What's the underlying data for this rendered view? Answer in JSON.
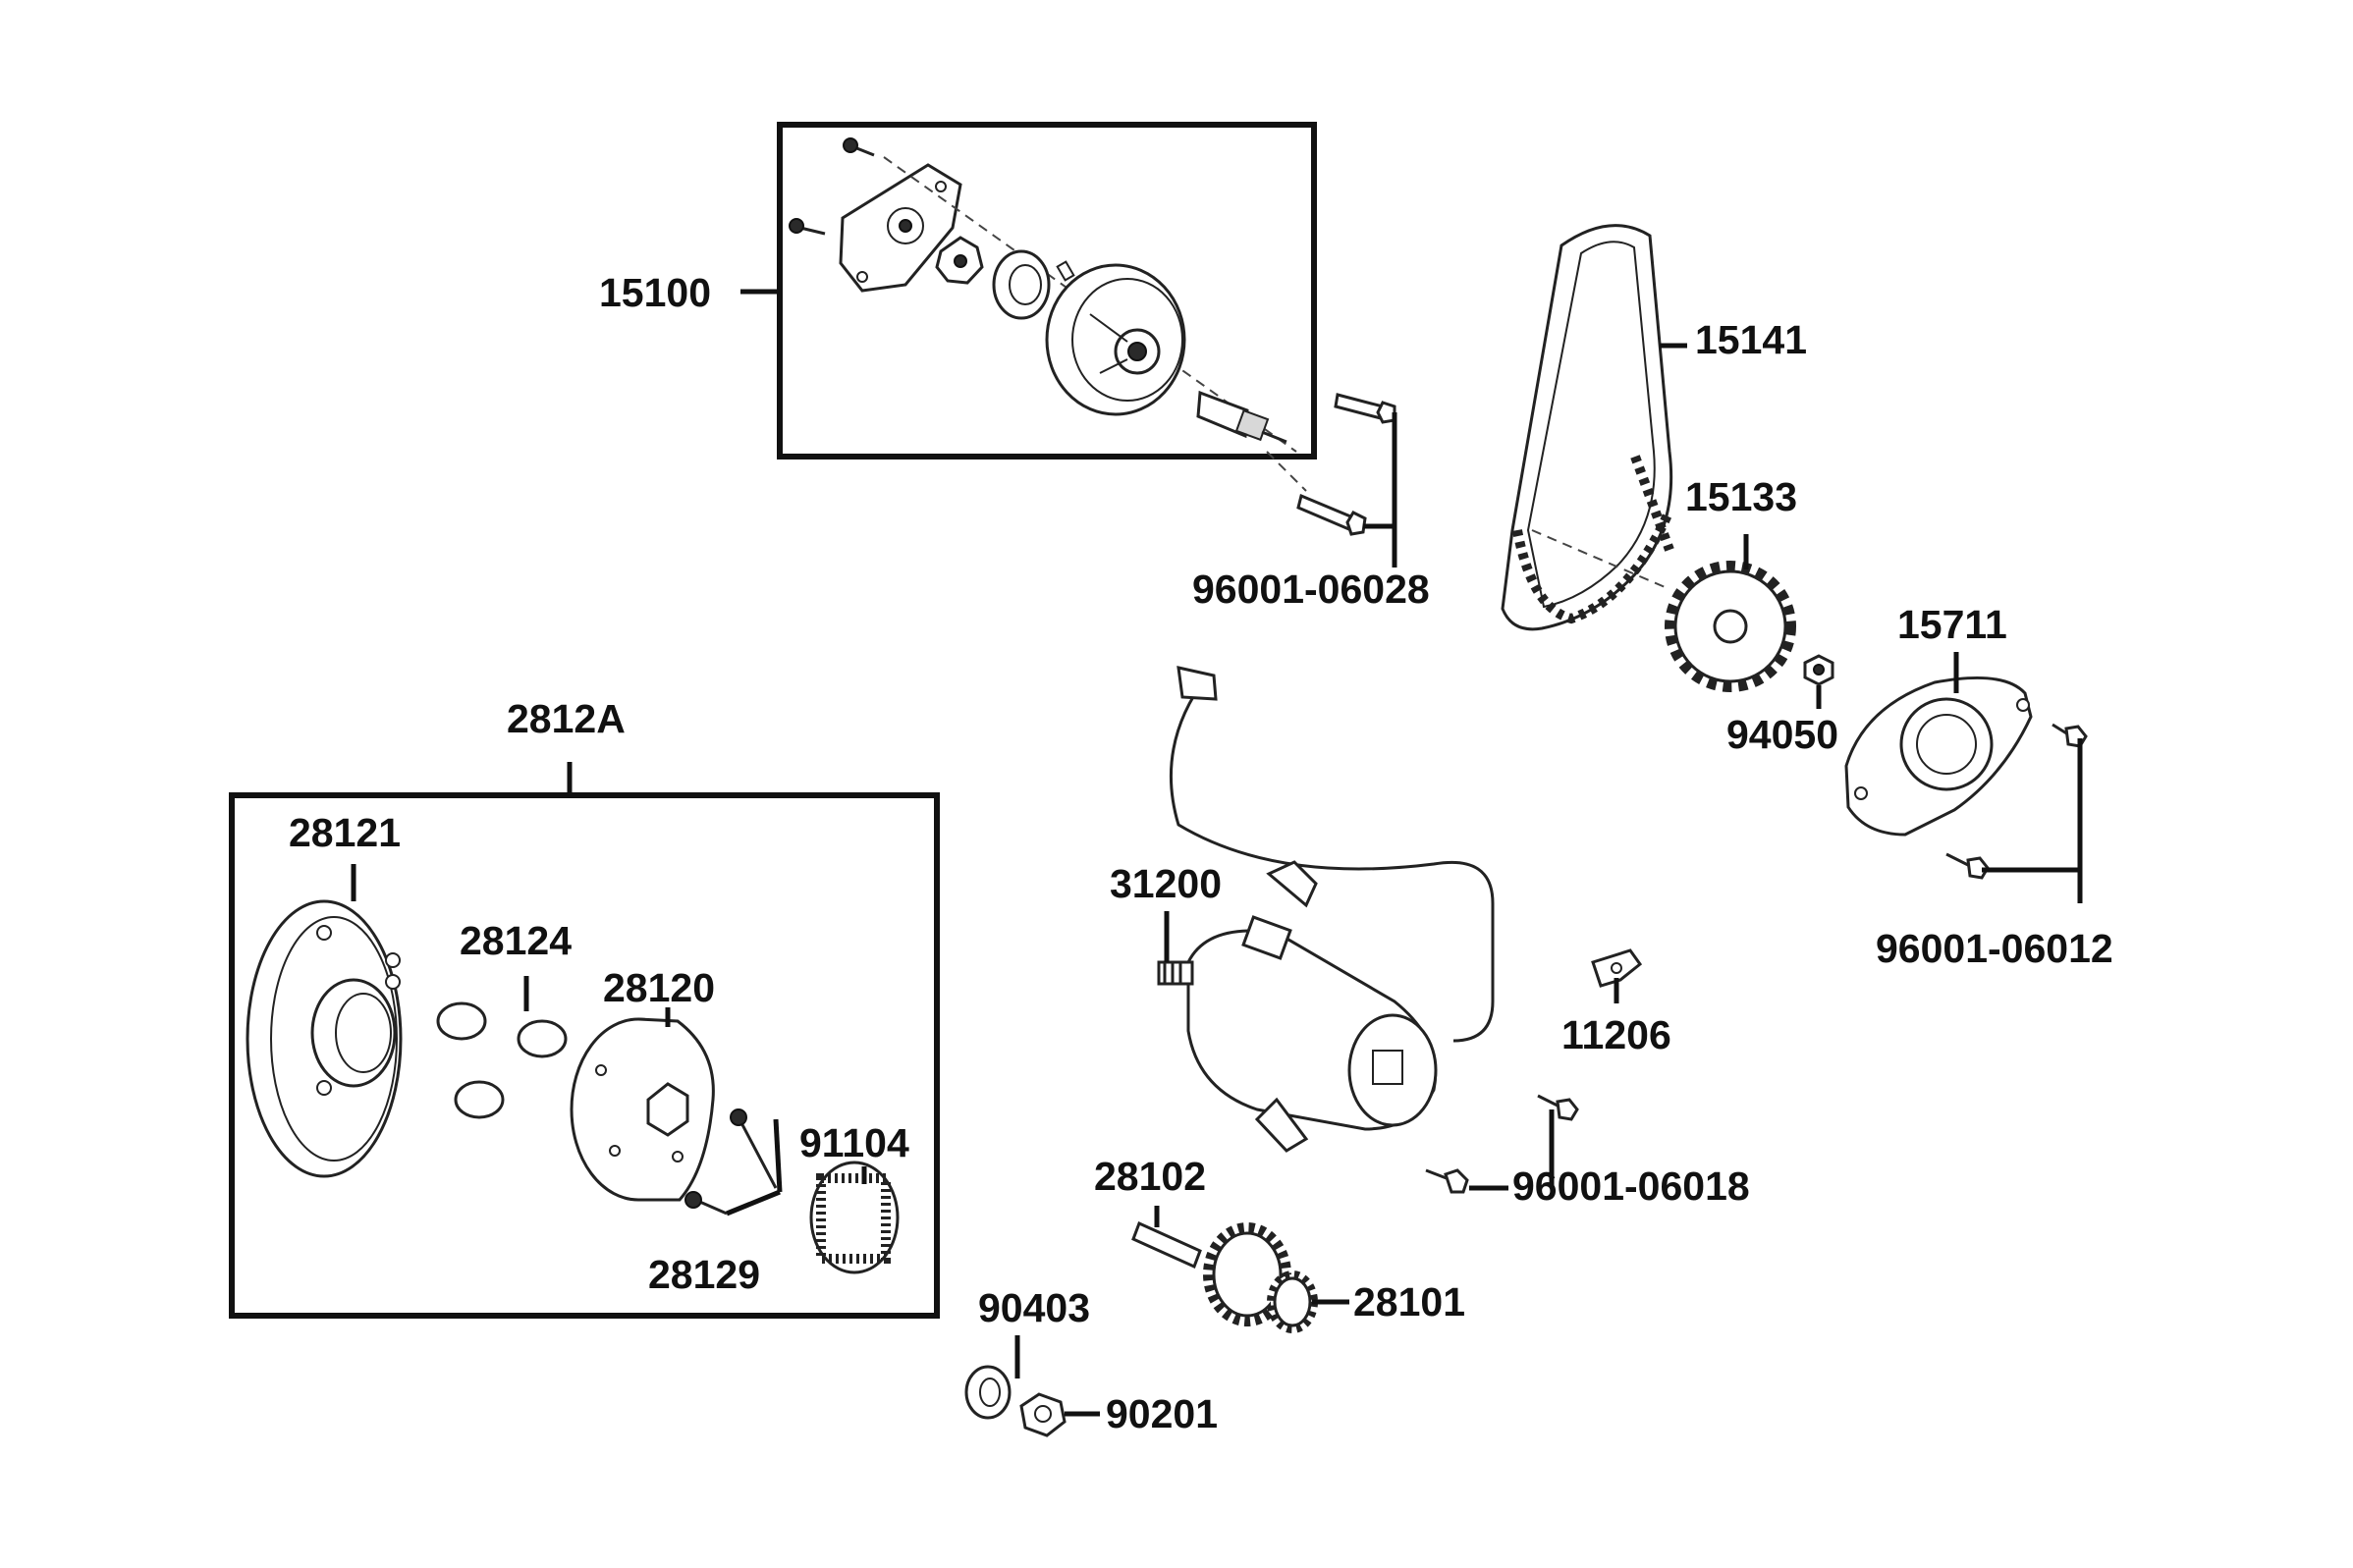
{
  "diagram": {
    "labels": {
      "p15100": "15100",
      "p15141": "15141",
      "p15133": "15133",
      "p96001_06028": "96001-06028",
      "p15711": "15711",
      "p94050": "94050",
      "p96001_06012": "96001-06012",
      "p2812A": "2812A",
      "p28121": "28121",
      "p28124": "28124",
      "p28120": "28120",
      "p91104": "91104",
      "p28129": "28129",
      "p31200": "31200",
      "p11206": "11206",
      "p96001_06018": "96001-06018",
      "p28102": "28102",
      "p28101": "28101",
      "p90403": "90403",
      "p90201": "90201"
    }
  }
}
